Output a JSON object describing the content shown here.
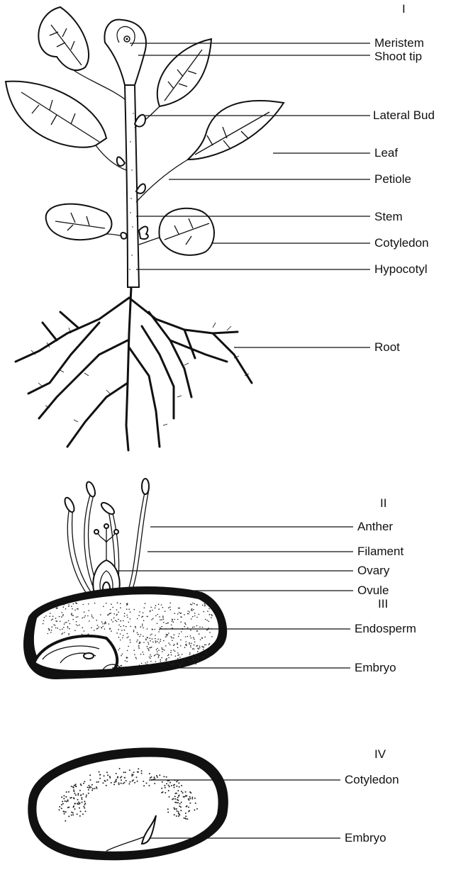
{
  "figures": [
    {
      "numeral": "I",
      "labels": [
        "Meristem",
        "Shoot tip",
        "Lateral Bud",
        "Leaf",
        "Petiole",
        "Stem",
        "Cotyledon",
        "Hypocotyl",
        "Root"
      ]
    },
    {
      "numeral": "II",
      "labels": [
        "Anther",
        "Filament",
        "Ovary",
        "Ovule"
      ]
    },
    {
      "numeral": "III",
      "labels": [
        "Endosperm",
        "Embryo"
      ]
    },
    {
      "numeral": "IV",
      "labels": [
        "Cotyledon",
        "Embryo"
      ]
    }
  ]
}
